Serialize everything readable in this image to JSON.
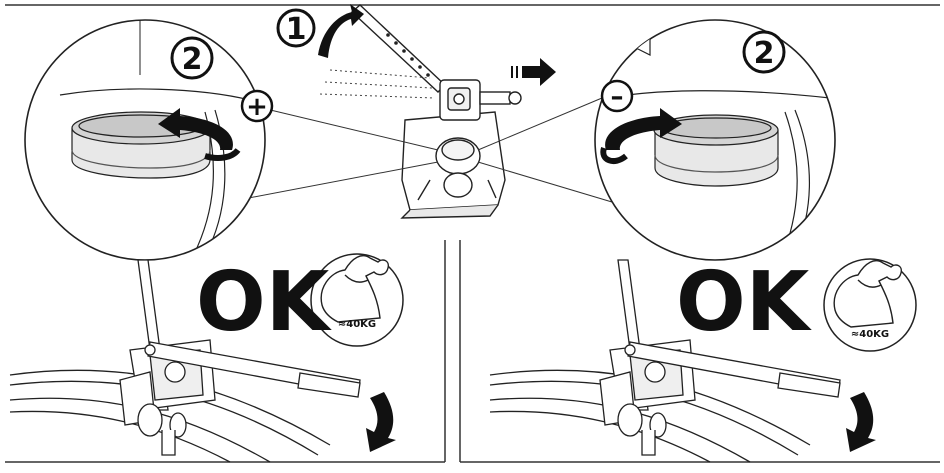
{
  "top_step": "1",
  "left_panel": {
    "step": "2",
    "sign": "+",
    "result": "OK",
    "weight": "≈40KG"
  },
  "right_panel": {
    "step": "2",
    "sign": "–",
    "result": "OK",
    "weight": "≈40KG"
  }
}
